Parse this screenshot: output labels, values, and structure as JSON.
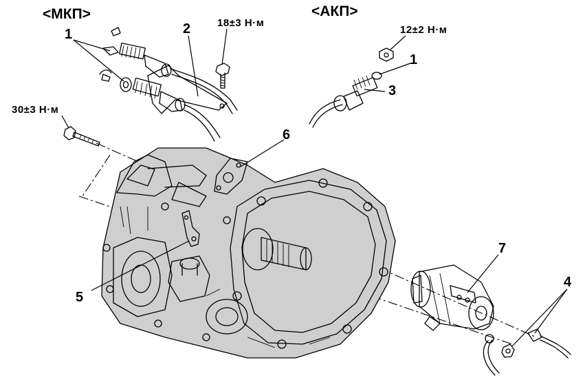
{
  "headers": {
    "manual": "<МКП>",
    "auto": "<АКП>"
  },
  "torques": {
    "t18": "18±3 Н·м",
    "t12": "12±2 Н·м",
    "t30": "30±3 Н·м"
  },
  "callouts": {
    "n1_left": "1",
    "n2": "2",
    "n1_right": "1",
    "n3": "3",
    "n6": "6",
    "n7": "7",
    "n5": "5",
    "n4": "4"
  }
}
